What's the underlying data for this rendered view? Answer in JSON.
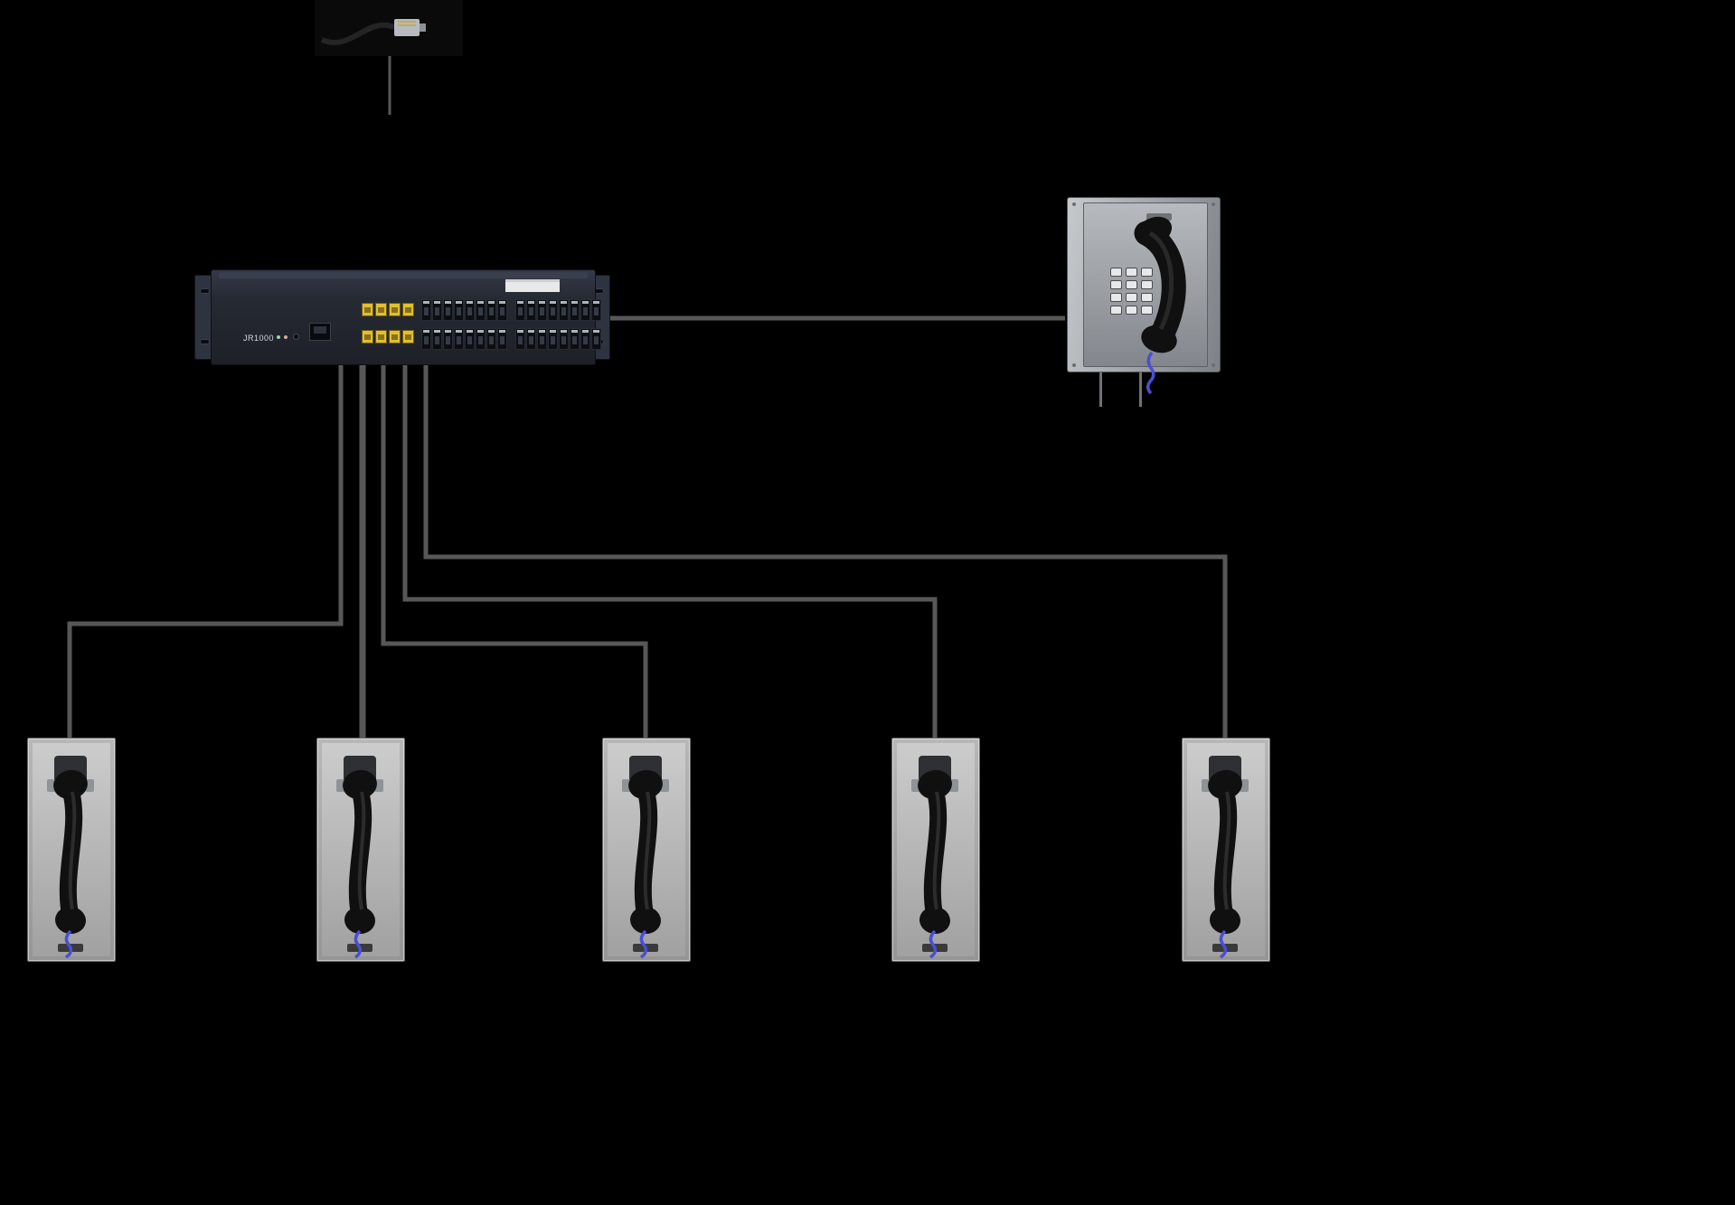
{
  "title": "telephone-system-wiring-diagram",
  "colors": {
    "background": "#000000",
    "wire": "#575757",
    "pbx_body": "#262a33",
    "port_yellow": "#e3bf2e",
    "handset_black": "#101010",
    "cord_blue": "#4a4fd4",
    "steel_light": "#cdcdcd",
    "steel_dark": "#a0a0a0"
  },
  "pbx": {
    "model_label": "JR1000",
    "yellow_port_rows": 2,
    "yellow_ports_per_row": 4,
    "port_sections": 2,
    "port_rows_per_section": 2,
    "ports_per_row": 8
  },
  "wall_phone": {
    "keypad_rows": 4,
    "keypad_cols": 3
  },
  "station_phones": {
    "count": 5
  }
}
